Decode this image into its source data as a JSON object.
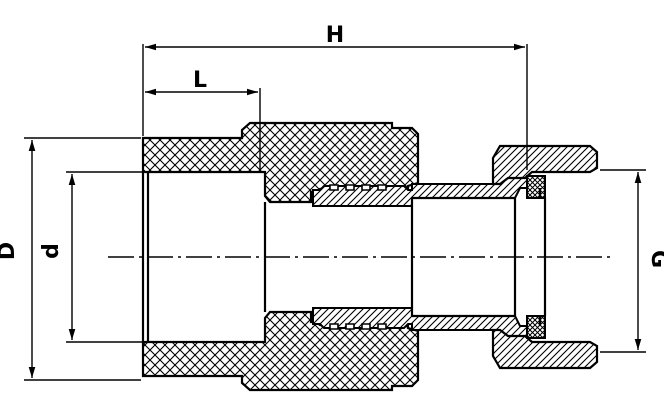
{
  "labels": {
    "H": "H",
    "L": "L",
    "D": "D",
    "d": "d",
    "G": "G"
  },
  "colors": {
    "line": "#000000",
    "background": "#ffffff"
  }
}
